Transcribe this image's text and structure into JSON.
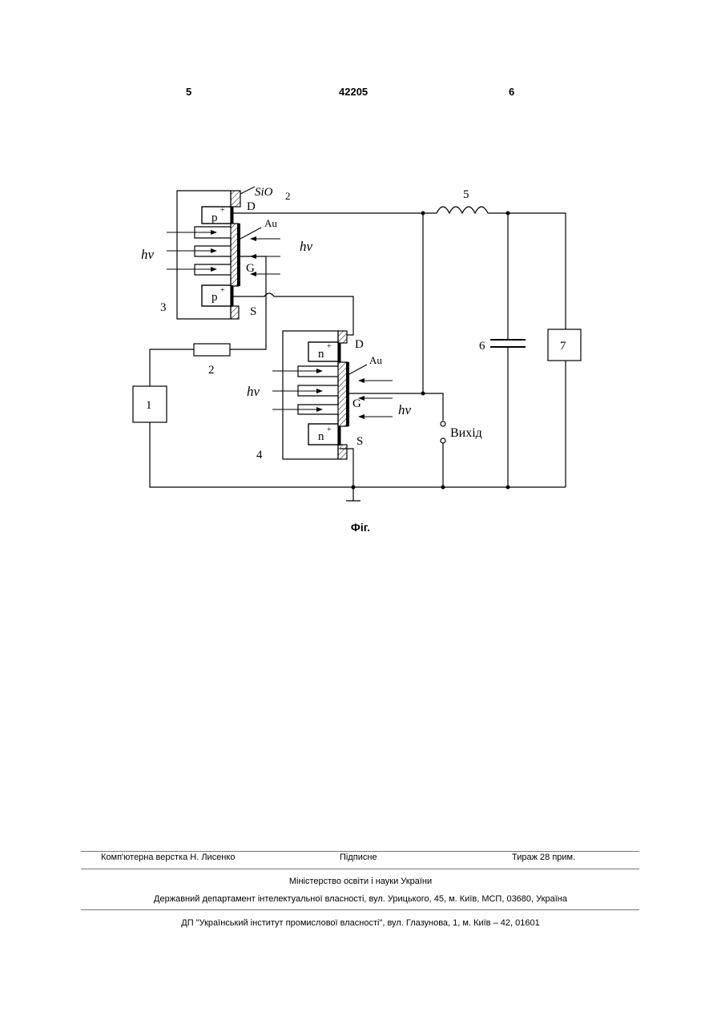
{
  "header": {
    "page_left": "5",
    "patent_number": "42205",
    "page_right": "6"
  },
  "figure": {
    "caption": "Фіг.",
    "labels": {
      "sio2": "SiO",
      "sio2_sub": "2",
      "d_top": "D",
      "au_top": "Au",
      "hv": "hν",
      "g_top": "G",
      "s_top": "S",
      "num3": "3",
      "p_plus": "p",
      "n_plus": "n",
      "plus": "+",
      "d_bottom": "D",
      "au_bottom": "Au",
      "g_bottom": "G",
      "s_bottom": "S",
      "num4": "4",
      "num1": "1",
      "num2": "2",
      "num5": "5",
      "num6": "6",
      "num7": "7",
      "output": "Вихід"
    }
  },
  "footer": {
    "layout": "Комп'ютерна верстка Н. Лисенко",
    "signed": "Підписне",
    "circulation": "Тираж 28 прим.",
    "ministry": "Міністерство освіти і науки України",
    "department": "Державний департамент інтелектуальної власності, вул. Урицького, 45, м. Київ, МСП, 03680, Україна",
    "institute": "ДП \"Український інститут промислової власності\", вул. Глазунова, 1, м. Київ – 42, 01601"
  }
}
